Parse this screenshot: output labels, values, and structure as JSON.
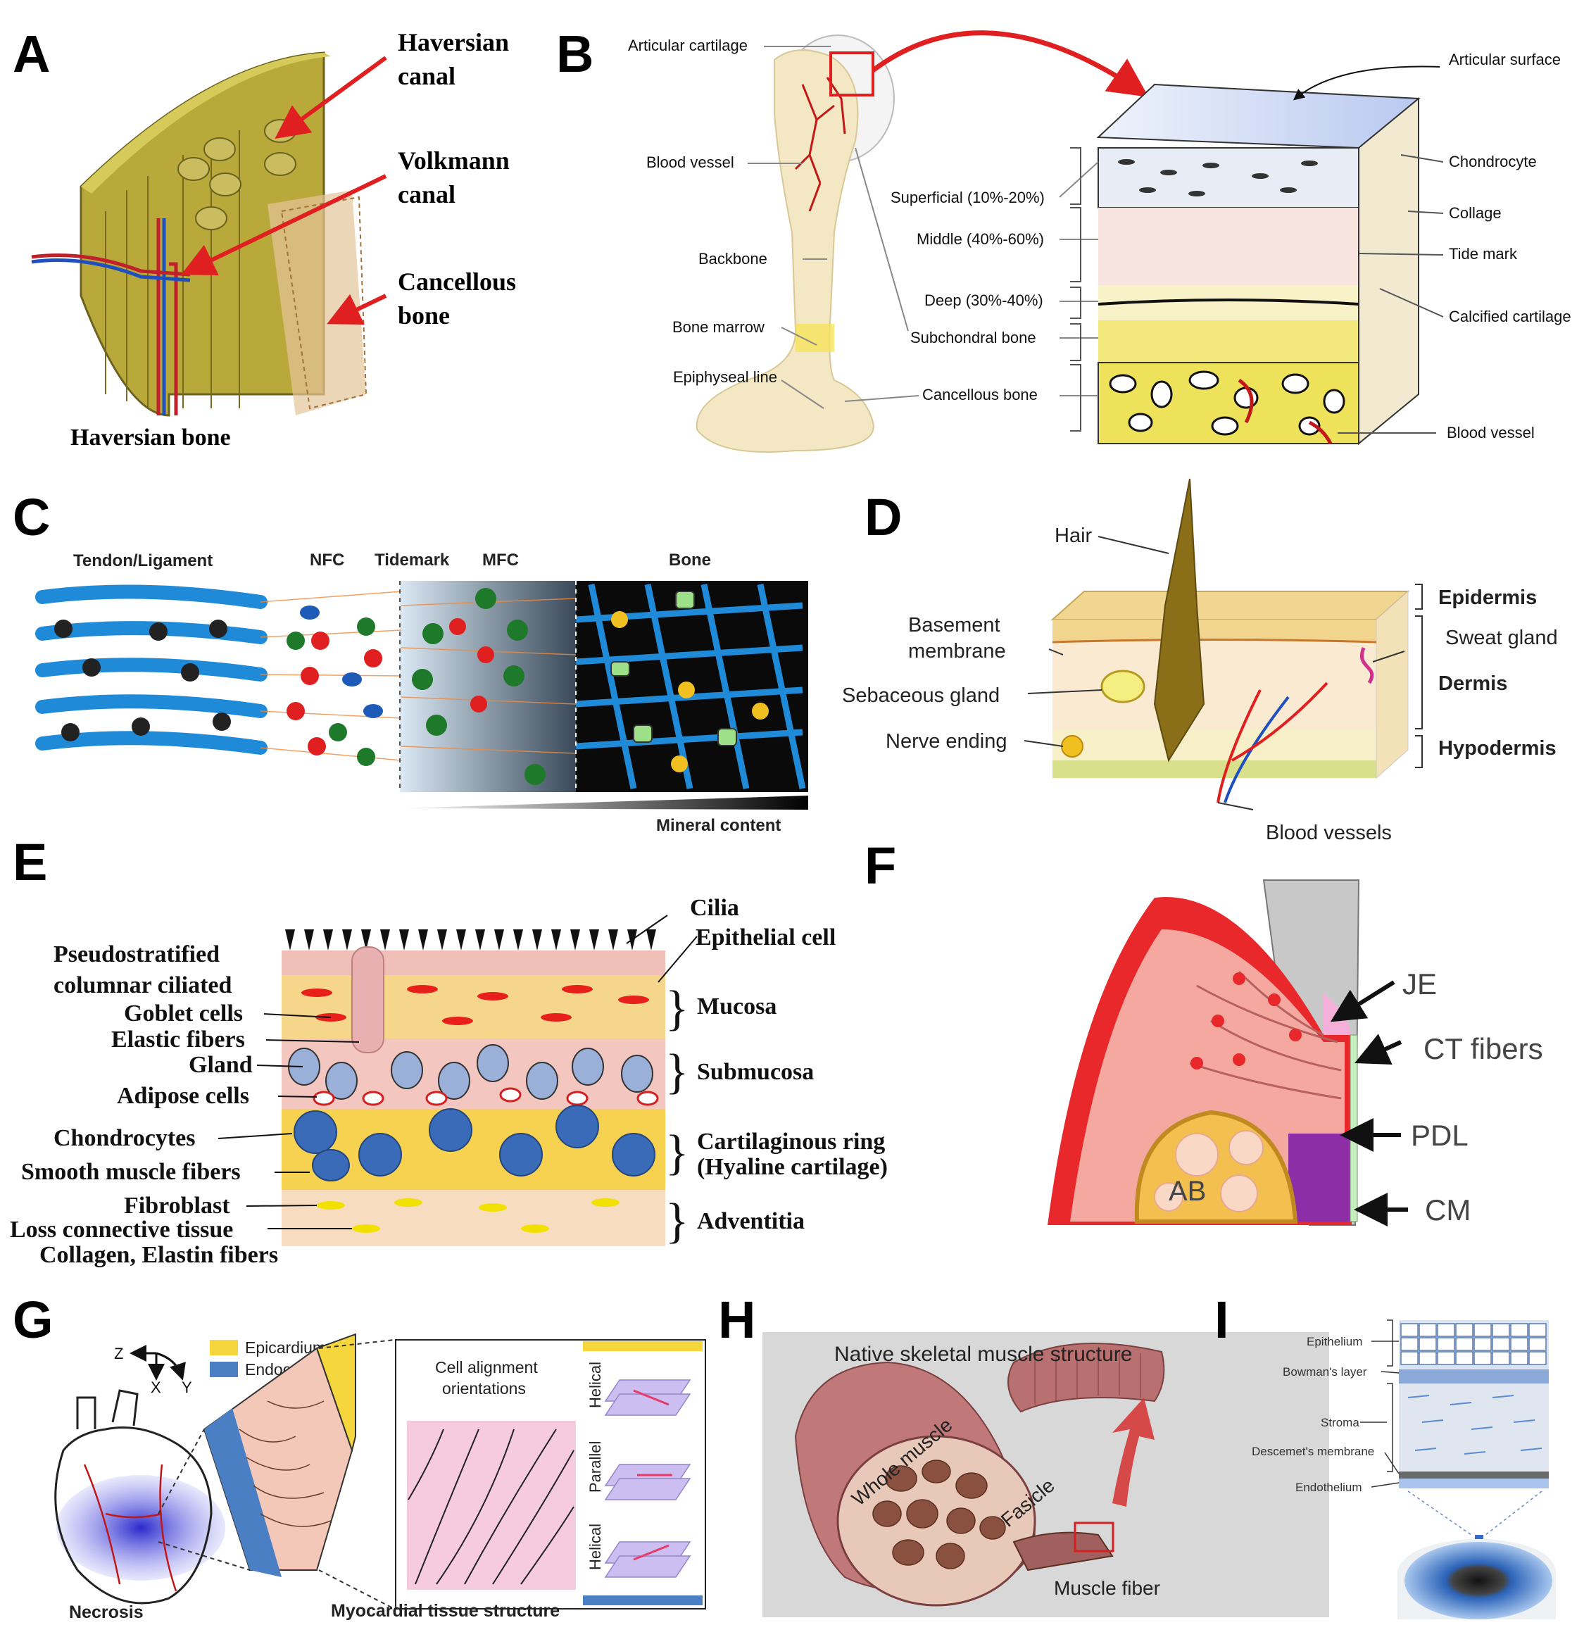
{
  "panels": {
    "A": {
      "letter": "A",
      "caption": "Haversian bone",
      "labels": [
        "Haversian",
        "canal",
        "Volkmann",
        "canal",
        "Cancellous",
        "bone"
      ]
    },
    "B": {
      "letter": "B",
      "left_labels": [
        "Articular cartilage",
        "Blood vessel",
        "Backbone",
        "Bone marrow",
        "Epiphyseal line"
      ],
      "zone_labels": [
        "Superficial (10%-20%)",
        "Middle (40%-60%)",
        "Deep (30%-40%)",
        "Subchondral bone",
        "Cancellous bone"
      ],
      "right_labels": [
        "Articular surface",
        "Chondrocyte",
        "Collage",
        "Tide mark",
        "Calcified cartilage",
        "Blood vessel"
      ]
    },
    "C": {
      "letter": "C",
      "headers": [
        "Tendon/Ligament",
        "NFC",
        "Tidemark",
        "MFC",
        "Bone"
      ],
      "gradient_label": "Mineral content"
    },
    "D": {
      "letter": "D",
      "left_labels": [
        "Hair",
        "Basement",
        "membrane",
        "Sebaceous gland",
        "Nerve ending"
      ],
      "right_labels": [
        "Epidermis",
        "Sweat gland",
        "Dermis",
        "Hypodermis"
      ],
      "bottom_label": "Blood vessels"
    },
    "E": {
      "letter": "E",
      "left_labels": [
        "Pseudostratified",
        "columnar ciliated",
        "Goblet cells",
        "Elastic fibers",
        "Gland",
        "Adipose cells",
        "Chondrocytes",
        "Smooth muscle fibers",
        "Fibroblast",
        "Loss connective tissue",
        "Collagen, Elastin fibers"
      ],
      "right_labels": [
        "Cilia",
        "Epithelial cell",
        "Mucosa",
        "Submucosa",
        "Cartilaginous ring",
        "(Hyaline cartilage)",
        "Adventitia"
      ]
    },
    "F": {
      "letter": "F",
      "labels": [
        "JE",
        "CT fibers",
        "PDL",
        "CM"
      ],
      "inner_label": "AB"
    },
    "G": {
      "letter": "G",
      "axes": [
        "Z",
        "X",
        "Y"
      ],
      "legend": [
        "Epicardium",
        "Endocardium"
      ],
      "box_title_1": "Cell alignment",
      "box_title_2": "orientations",
      "orientations": [
        "Helical",
        "Parallel",
        "Helical"
      ],
      "captions": [
        "Necrosis",
        "Myocardial tissue structure"
      ]
    },
    "H": {
      "letter": "H",
      "title": "Native skeletal muscle structure",
      "labels": [
        "Whole muscle",
        "Fasicle",
        "Muscle fiber"
      ]
    },
    "I": {
      "letter": "I",
      "labels": [
        "Epithelium",
        "Bowman's layer",
        "Stroma",
        "Descemet's membrane",
        "Endothelium"
      ]
    }
  },
  "colors": {
    "arrow_red": "#e02020",
    "bone_olive": "#b8a93a",
    "tendon_blue": "#1f8ad8",
    "cartilage_blue": "#c8d8f4",
    "mucosa_yellow": "#f5d36a",
    "gum_red": "#e8282a",
    "pdl_purple": "#8e2ea6",
    "epicardium_yellow": "#f5d63c",
    "endocardium_blue": "#4a7fc4"
  }
}
